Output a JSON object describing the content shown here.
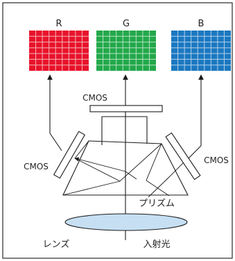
{
  "sensors": [
    {
      "label": "R",
      "color": "#e8132a",
      "grid_line": "#f5b5bd"
    },
    {
      "label": "G",
      "color": "#22a84a",
      "grid_line": "#b7e3c3"
    },
    {
      "label": "B",
      "color": "#1b78c0",
      "grid_line": "#b3d2ee"
    }
  ],
  "labels": {
    "cmos_top": "CMOS",
    "cmos_left": "CMOS",
    "cmos_right": "CMOS",
    "prism": "プリズム",
    "lens": "レンズ",
    "incident_light": "入射光"
  },
  "colors": {
    "lens_fill": "#c6dff3",
    "frame": "#3a3a3a"
  },
  "icons": [
    "arrow-up-icon"
  ]
}
